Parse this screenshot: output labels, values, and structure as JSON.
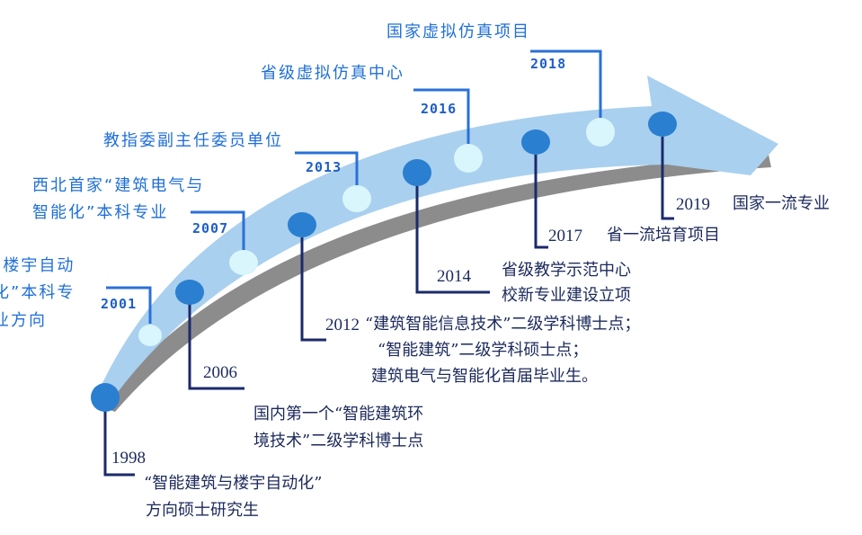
{
  "colors": {
    "arrow": "#a9d0ee",
    "shadow": "#8c8c8c",
    "dot_dark": "#2a7fd0",
    "dot_light": "#d8f6fb",
    "line_blue": "#2a70d8",
    "line_dark": "#1b2a6b",
    "text_blue": "#1f6fd8",
    "text_dark": "#1c2a5c"
  },
  "milestones": [
    {
      "year": "1998",
      "lines": [
        "“智能建筑与楼宇自动化”",
        "方向硕士研究生"
      ]
    },
    {
      "year": "2001",
      "lines": [
        "“楼宇自动",
        "化”本科专",
        "业方向"
      ]
    },
    {
      "year": "2006",
      "lines": [
        "国内第一个“智能建筑环",
        "境技术”二级学科博士点"
      ]
    },
    {
      "year": "2007",
      "lines": [
        "西北首家“建筑电气与",
        "智能化”本科专业"
      ]
    },
    {
      "year": "2012",
      "lines": [
        "“建筑智能信息技术”二级学科博士点；",
        "“智能建筑”二级学科硕士点；",
        "建筑电气与智能化首届毕业生。"
      ]
    },
    {
      "year": "2013",
      "lines": [
        "教指委副主任委员单位"
      ]
    },
    {
      "year": "2014",
      "lines": [
        "省级教学示范中心",
        "校新专业建设立项"
      ]
    },
    {
      "year": "2016",
      "lines": [
        "省级虚拟仿真中心"
      ]
    },
    {
      "year": "2017",
      "lines": [
        "省一流培育项目"
      ]
    },
    {
      "year": "2018",
      "lines": [
        "国家虚拟仿真项目"
      ]
    },
    {
      "year": "2019",
      "lines": [
        "国家一流专业"
      ]
    }
  ]
}
